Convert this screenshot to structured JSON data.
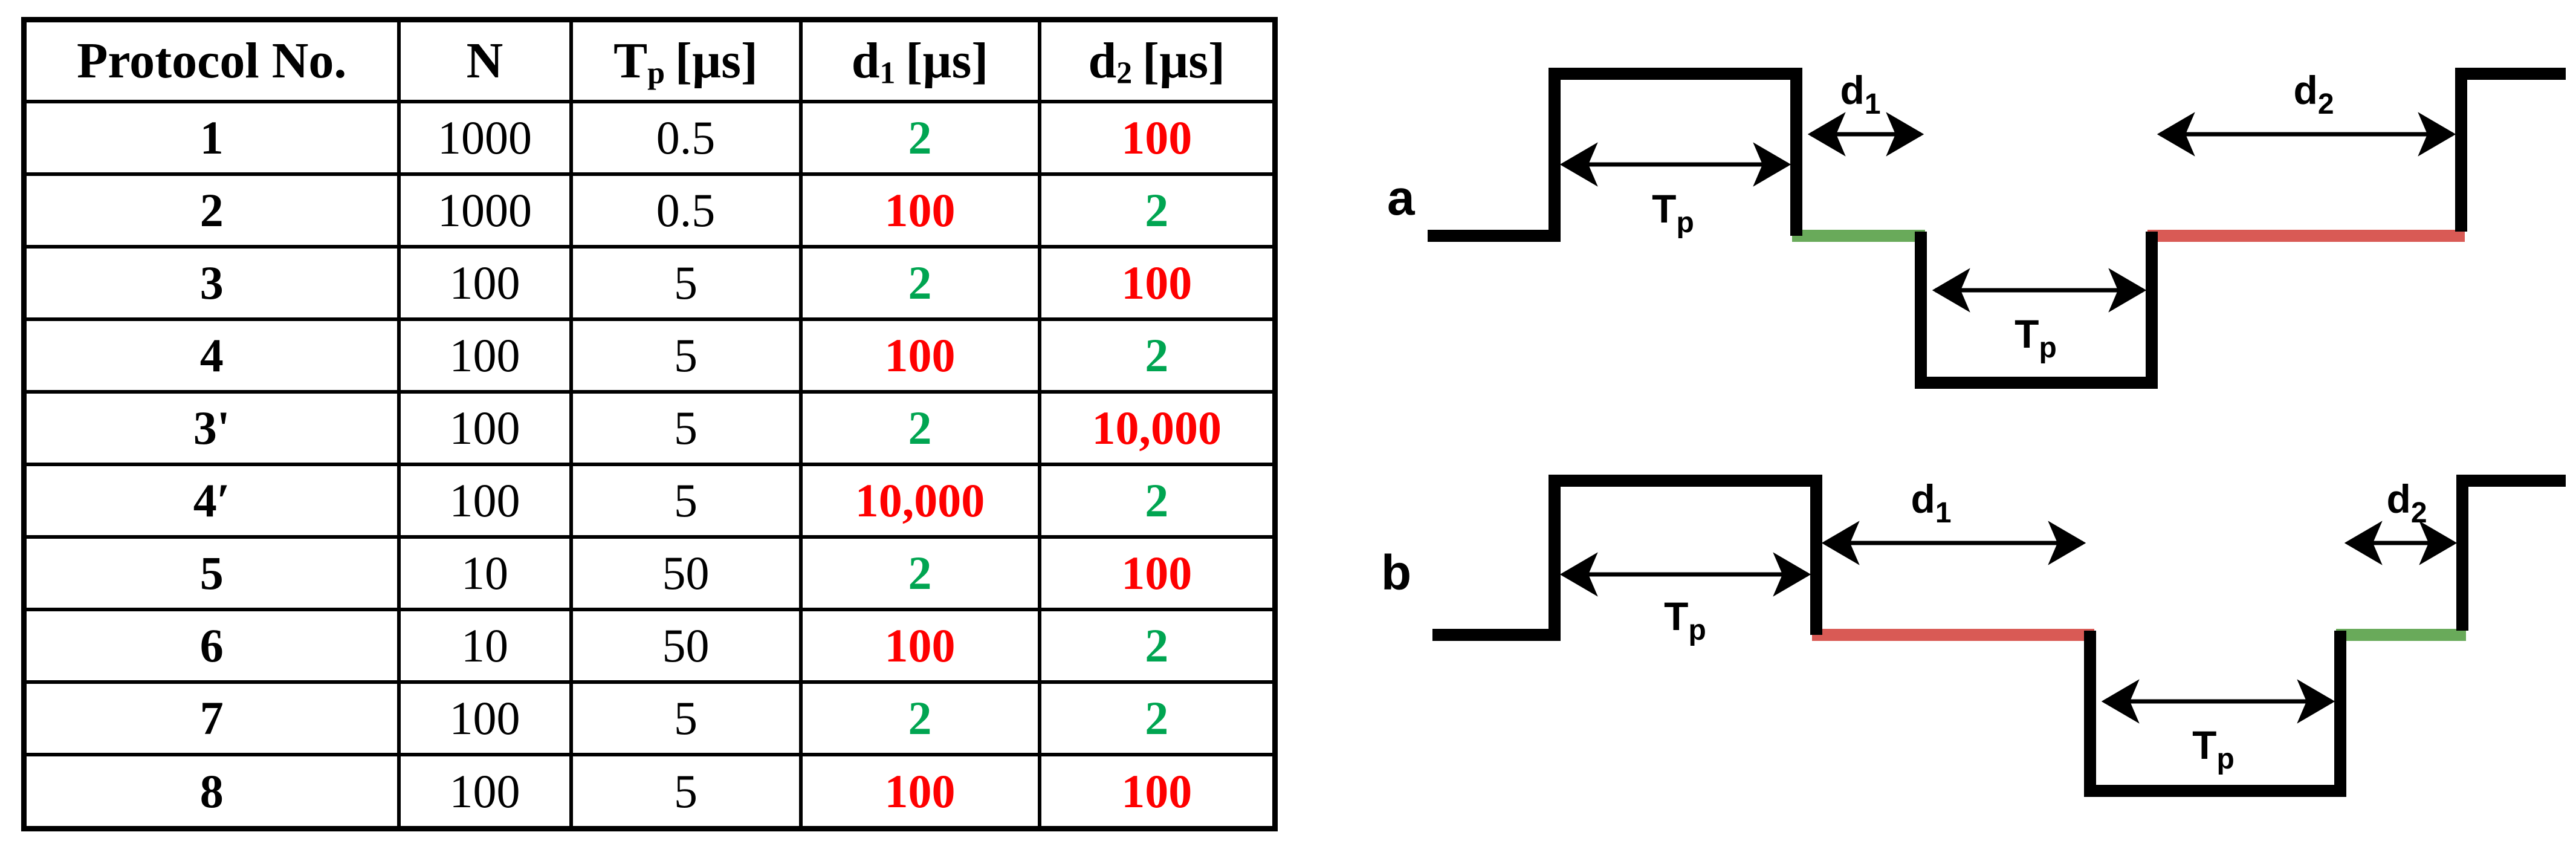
{
  "table": {
    "headers": {
      "protocol": "Protocol No.",
      "n": "N",
      "tp_base": "T",
      "tp_sub": "p",
      "tp_unit": "[µs]",
      "d1_base": "d",
      "d1_sub": "1",
      "d1_unit": "[µs]",
      "d2_base": "d",
      "d2_sub": "2",
      "d2_unit": "[µs]"
    },
    "rows": [
      {
        "protocol": "1",
        "n": "1000",
        "tp": "0.5",
        "d1": "2",
        "d1_color": "green",
        "d2": "100",
        "d2_color": "red"
      },
      {
        "protocol": "2",
        "n": "1000",
        "tp": "0.5",
        "d1": "100",
        "d1_color": "red",
        "d2": "2",
        "d2_color": "green"
      },
      {
        "protocol": "3",
        "n": "100",
        "tp": "5",
        "d1": "2",
        "d1_color": "green",
        "d2": "100",
        "d2_color": "red"
      },
      {
        "protocol": "4",
        "n": "100",
        "tp": "5",
        "d1": "100",
        "d1_color": "red",
        "d2": "2",
        "d2_color": "green"
      },
      {
        "protocol": "3'",
        "n": "100",
        "tp": "5",
        "d1": "2",
        "d1_color": "green",
        "d2": "10,000",
        "d2_color": "red"
      },
      {
        "protocol": "4′",
        "n": "100",
        "tp": "5",
        "d1": "10,000",
        "d1_color": "red",
        "d2": "2",
        "d2_color": "green"
      },
      {
        "protocol": "5",
        "n": "10",
        "tp": "50",
        "d1": "2",
        "d1_color": "green",
        "d2": "100",
        "d2_color": "red"
      },
      {
        "protocol": "6",
        "n": "10",
        "tp": "50",
        "d1": "100",
        "d1_color": "red",
        "d2": "2",
        "d2_color": "green"
      },
      {
        "protocol": "7",
        "n": "100",
        "tp": "5",
        "d1": "2",
        "d1_color": "green",
        "d2": "2",
        "d2_color": "green"
      },
      {
        "protocol": "8",
        "n": "100",
        "tp": "5",
        "d1": "100",
        "d1_color": "red",
        "d2": "100",
        "d2_color": "red"
      }
    ]
  },
  "labels": {
    "a": "a",
    "b": "b",
    "T": "T",
    "p": "p",
    "d": "d",
    "sub1": "1",
    "sub2": "2"
  },
  "colors": {
    "table_green": "#00A551",
    "table_red": "#FE0000",
    "wave_green": "#69AA5A",
    "wave_red": "#D95A55",
    "wave_black": "#000000"
  },
  "diagrams": {
    "a": {
      "delay_after_positive_pulse": "d1 (short, green)",
      "delay_after_negative_pulse": "d2 (long, red)"
    },
    "b": {
      "delay_after_positive_pulse": "d1 (long, red)",
      "delay_after_negative_pulse": "d2 (short, green)"
    }
  }
}
